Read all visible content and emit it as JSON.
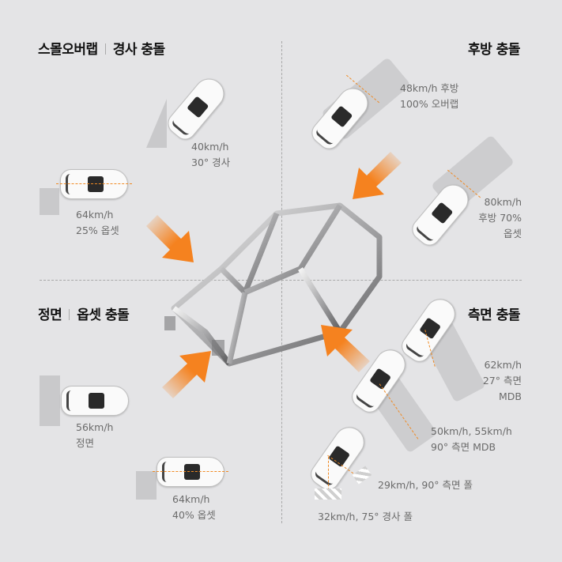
{
  "quadrants": {
    "top_left": {
      "title_a": "스몰오버랩",
      "title_b": "경사 충돌"
    },
    "top_right": {
      "title": "후방 충돌"
    },
    "bottom_left": {
      "title_a": "정면",
      "title_b": "옵셋 충돌"
    },
    "bottom_right": {
      "title": "측면 충돌"
    }
  },
  "tests": {
    "oblique": {
      "line1": "40km/h",
      "line2": "30° 경사"
    },
    "small_overlap": {
      "line1": "64km/h",
      "line2": "25% 옵셋"
    },
    "rear_full": {
      "line1": "48km/h 후방",
      "line2": "100% 오버랩"
    },
    "rear_offset": {
      "line1": "80km/h",
      "line2": "후방 70%",
      "line3": "옵셋"
    },
    "frontal": {
      "line1": "56km/h",
      "line2": "정면"
    },
    "offset_40": {
      "line1": "64km/h",
      "line2": "40% 옵셋"
    },
    "side_27": {
      "line1": "62km/h",
      "line2": "27° 측면",
      "line3": "MDB"
    },
    "side_90": {
      "line1": "50km/h, 55km/h",
      "line2": "90° 측면 MDB"
    },
    "pole_90": {
      "line1": "29km/h, 90° 측면 폴"
    },
    "pole_75": {
      "line1": "32km/h, 75° 경사 폴"
    }
  },
  "colors": {
    "accent": "#f5821f",
    "background": "#e4e4e6",
    "barrier": "#c9c9cb"
  }
}
